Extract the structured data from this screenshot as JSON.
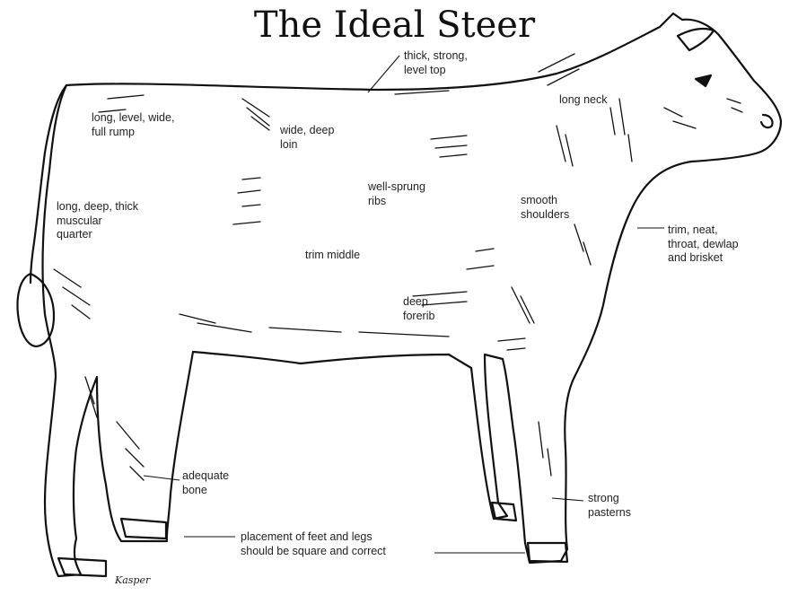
{
  "title": "The Ideal Steer",
  "labels": {
    "top": "thick, strong,\nlevel top",
    "neck": "long neck",
    "rump": "long, level, wide,\nfull rump",
    "loin": "wide, deep\nloin",
    "ribs": "well-sprung\nribs",
    "shoulders": "smooth\nshoulders",
    "quarter": "long, deep, thick\nmuscular\nquarter",
    "throat": "trim, neat,\nthroat, dewlap\nand brisket",
    "middle": "trim middle",
    "forerib": "deep\nforerib",
    "bone": "adequate\nbone",
    "pasterns": "strong\npasterns",
    "feet": "placement of feet and legs\nshould be square and correct"
  },
  "signature": "Kasper"
}
